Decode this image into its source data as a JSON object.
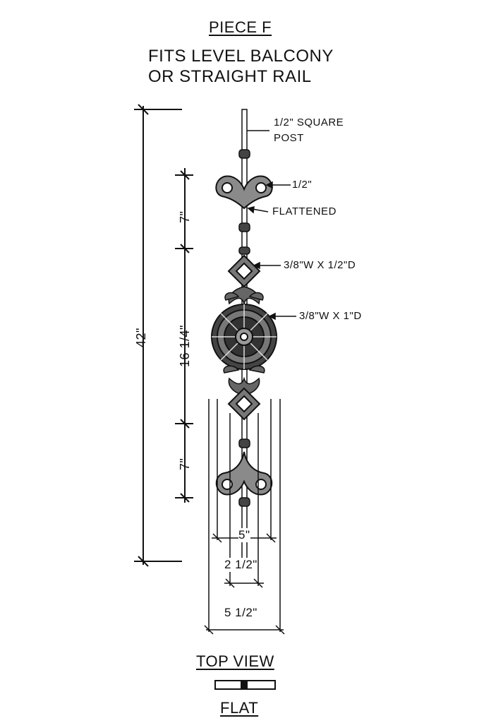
{
  "header": {
    "title": "PIECE F",
    "subtitle_line1": "FITS LEVEL BALCONY",
    "subtitle_line2": "OR STRAIGHT RAIL"
  },
  "callouts": {
    "post_line1": "1/2\" SQUARE",
    "post_line2": "POST",
    "half_inch": "1/2\"",
    "flattened": "FLATTENED",
    "diamond": "3/8\"W X 1/2\"D",
    "medallion": "3/8\"W X 1\"D"
  },
  "dimensions": {
    "overall_height": "42\"",
    "upper_spacing": "7\"",
    "center_section": "16 1/4\"",
    "lower_spacing": "7\"",
    "width_5": "5\"",
    "width_2_5": "2 1/2\"",
    "width_5_5": "5 1/2\""
  },
  "footer": {
    "top_view": "TOP VIEW",
    "flat": "FLAT"
  }
}
